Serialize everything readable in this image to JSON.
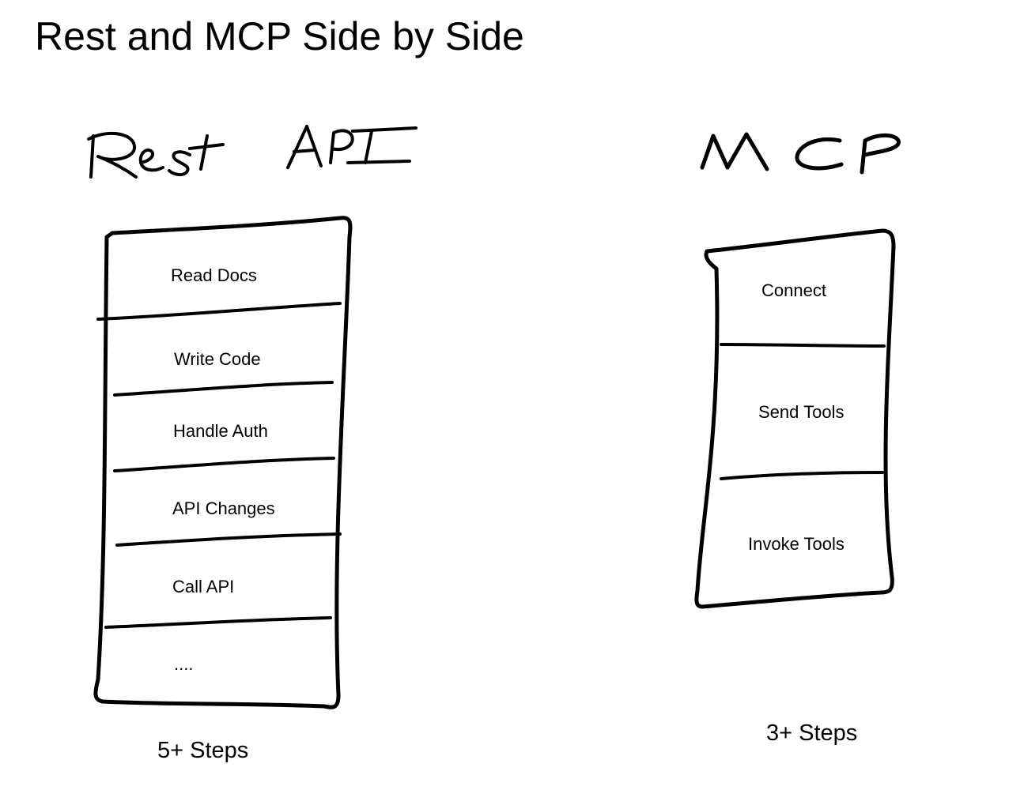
{
  "title": "Rest and MCP Side by Side",
  "rest": {
    "heading": "Rest API",
    "steps": [
      "Read Docs",
      "Write Code",
      "Handle Auth",
      "API Changes",
      "Call API",
      "...."
    ],
    "summary": "5+ Steps"
  },
  "mcp": {
    "heading": "MCP",
    "steps": [
      "Connect",
      "Send Tools",
      "Invoke Tools"
    ],
    "summary": "3+ Steps"
  },
  "colors": {
    "ink": "#000000",
    "background": "#ffffff"
  }
}
